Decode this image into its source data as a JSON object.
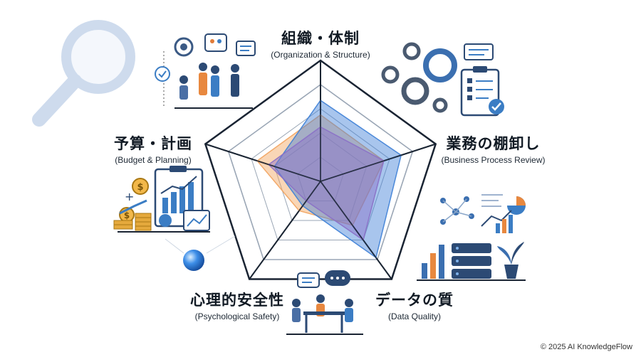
{
  "axes": [
    {
      "jp": "組織・体制",
      "en": "(Organization & Structure)"
    },
    {
      "jp": "業務の棚卸し",
      "en": "(Business Process Review)"
    },
    {
      "jp": "データの質",
      "en": "(Data Quality)"
    },
    {
      "jp": "心理的安全性",
      "en": "(Psychological Safety)"
    },
    {
      "jp": "予算・計画",
      "en": "(Budget & Planning)"
    }
  ],
  "radar": {
    "levels": 5,
    "series": [
      {
        "values": [
          0.55,
          0.55,
          0.45,
          0.3,
          0.55
        ],
        "color": "#f2a35e"
      },
      {
        "values": [
          0.67,
          0.7,
          0.78,
          0.25,
          0.4
        ],
        "color": "#3d7fd6"
      },
      {
        "values": [
          0.45,
          0.55,
          0.6,
          0.2,
          0.45
        ],
        "color": "#8a6fc7"
      }
    ],
    "outline_color": "#1a2433"
  },
  "icons": {
    "magnifier": "magnifier-icon",
    "team": "team-meeting-icon",
    "process": "gears-checklist-icon",
    "budget": "budget-charts-icon",
    "data": "data-server-icon",
    "safety": "discussion-icon",
    "sphere": "blue-sphere-icon"
  },
  "copyright": "© 2025 AI KnowledgeFlow"
}
